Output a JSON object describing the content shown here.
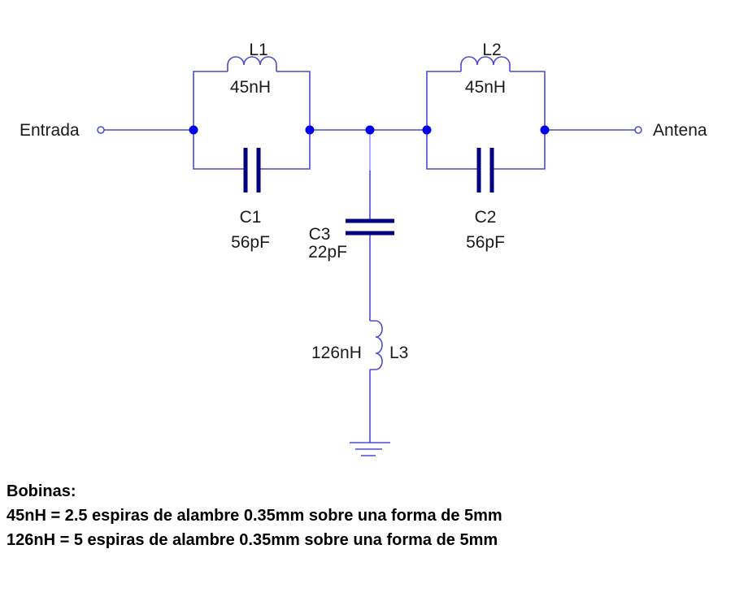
{
  "terminals": {
    "input": "Entrada",
    "output": "Antena"
  },
  "components": {
    "L1": {
      "name": "L1",
      "value": "45nH"
    },
    "L2": {
      "name": "L2",
      "value": "45nH"
    },
    "L3": {
      "name": "L3",
      "value": "126nH"
    },
    "C1": {
      "name": "C1",
      "value": "56pF"
    },
    "C2": {
      "name": "C2",
      "value": "56pF"
    },
    "C3": {
      "name": "C3",
      "value": "22pF"
    }
  },
  "notes": {
    "title": "Bobinas:",
    "lines": [
      "45nH = 2.5 espiras de alambre 0.35mm sobre una forma de 5mm",
      "126nH = 5 espiras de alambre 0.35mm sobre una forma de 5mm"
    ]
  },
  "colors": {
    "wire": "#4a4ad6",
    "node": "#0000ee",
    "capacitor": "#000080"
  }
}
